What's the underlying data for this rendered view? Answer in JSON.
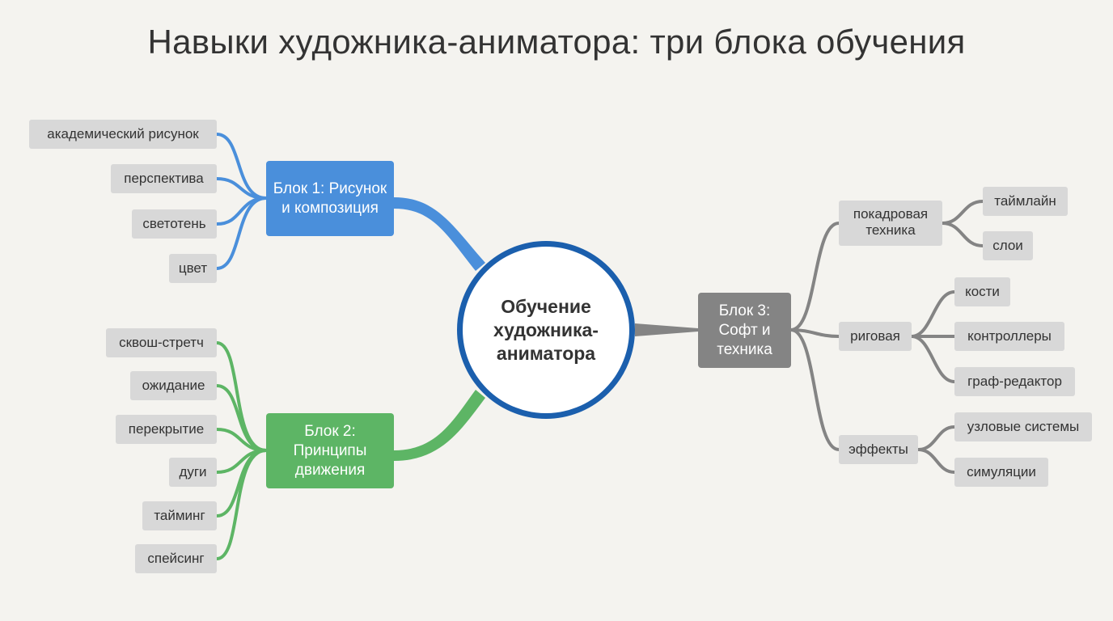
{
  "title": "Навыки художника-аниматора: три блока обучения",
  "center": {
    "label": "Обучение художника-аниматора"
  },
  "colors": {
    "blue": "#4a8fdb",
    "green": "#5db565",
    "gray": "#848484",
    "ring": "#1b5fad"
  },
  "block1": {
    "label": "Блок 1: Рисунок и композиция",
    "items": [
      "академический рисунок",
      "перспектива",
      "светотень",
      "цвет"
    ]
  },
  "block2": {
    "label": "Блок 2: Принципы движения",
    "items": [
      "сквош-стретч",
      "ожидание",
      "перекрытие",
      "дуги",
      "тайминг",
      "спейсинг"
    ]
  },
  "block3": {
    "label": "Блок 3: Софт и техника",
    "subgroups": [
      {
        "label": "покадровая техника",
        "items": [
          "таймлайн",
          "слои"
        ]
      },
      {
        "label": "риговая",
        "items": [
          "кости",
          "контроллеры",
          "граф-редактор"
        ]
      },
      {
        "label": "эффекты",
        "items": [
          "узловые системы",
          "симуляции"
        ]
      }
    ]
  }
}
